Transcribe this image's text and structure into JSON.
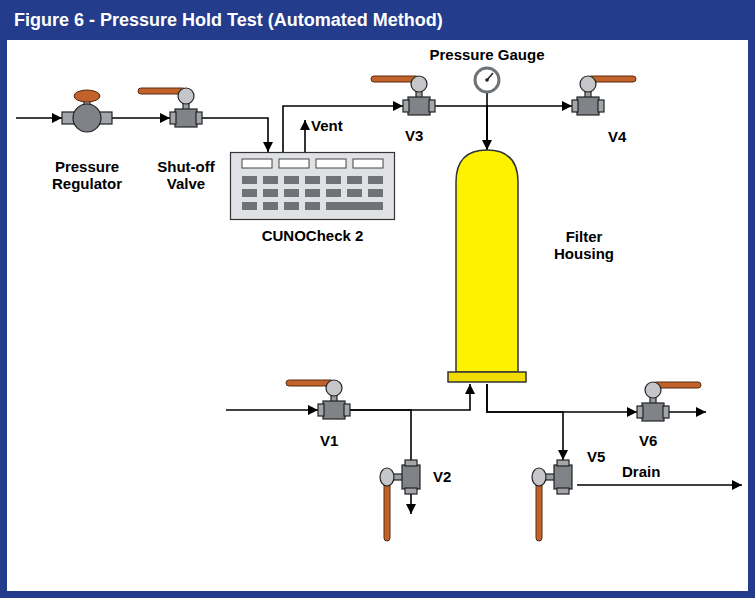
{
  "diagram": {
    "title": "Figure 6 - Pressure Hold Test (Automated Method)",
    "nodes": [
      {
        "text": [
          "Pressure Regulator"
        ]
      },
      {
        "text": [
          "Shut-off Valve"
        ]
      },
      {
        "text": [
          "CUNOCheck 2"
        ]
      },
      {
        "text": [
          "V3"
        ]
      },
      {
        "text": [
          "Pressure Gauge"
        ]
      },
      {
        "text": [
          "Filter Housing"
        ]
      },
      {
        "text": [
          "V4"
        ]
      },
      {
        "text": [
          "V1"
        ]
      },
      {
        "text": [
          "V2"
        ]
      },
      {
        "text": [
          "V5"
        ]
      },
      {
        "text": [
          "V6"
        ]
      }
    ],
    "edges": [
      {
        "from": 0,
        "to": 1,
        "arrow": "to"
      },
      {
        "from": 1,
        "to": 2,
        "arrow": "to"
      },
      {
        "from": 2,
        "to": 3,
        "arrow": "to"
      },
      {
        "from": 3,
        "to": 5,
        "arrow": "to"
      },
      {
        "from": 4,
        "to": 5,
        "arrow": "none"
      },
      {
        "from": 5,
        "to": 6,
        "arrow": "to"
      },
      {
        "from": 7,
        "to": 5,
        "arrow": "to"
      },
      {
        "from": 7,
        "to": 8,
        "arrow": "none"
      },
      {
        "from": 5,
        "to": 9,
        "arrow": "to"
      },
      {
        "from": 5,
        "to": 10,
        "arrow": "to"
      }
    ],
    "labels": [
      "Vent",
      "Drain"
    ]
  }
}
